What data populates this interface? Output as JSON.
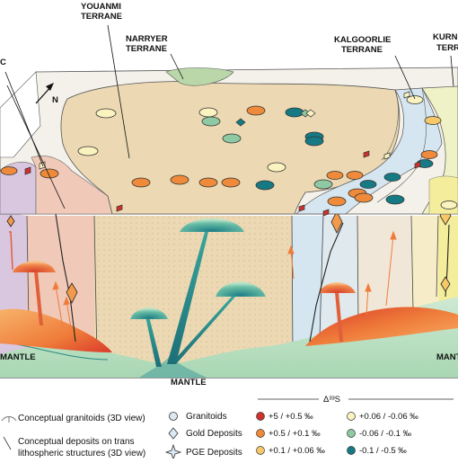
{
  "labels": {
    "youanmi": [
      "YOUANMI",
      "TERRANE"
    ],
    "narryer": [
      "NARRYER",
      "TERRANE"
    ],
    "kalgoorlie": [
      "KALGOORLIE",
      "TERRANE"
    ],
    "kurnalpi": [
      "KURN",
      "TERR"
    ],
    "partial_c": "C",
    "north": "N",
    "mantle_left": "MANTLE",
    "mantle_center": "MANTLE",
    "mantle_right": "MANTLE"
  },
  "legend": {
    "conceptual_granitoids": "Conceptual granitoids (3D view)",
    "conceptual_deposits": [
      "Conceptual deposits on trans",
      "lithospheric structures (3D view)"
    ],
    "symbols": [
      {
        "shape": "circle",
        "label": "Granitoids"
      },
      {
        "shape": "diamond",
        "label": "Gold Deposits"
      },
      {
        "shape": "star",
        "label": "PGE Deposits"
      }
    ],
    "delta_title": "Δ³³S",
    "ranges": [
      {
        "label": "+5 / +0.5 ‰",
        "color": "#d0312d"
      },
      {
        "label": "+0.5 / +0.1 ‰",
        "color": "#ef8a3a"
      },
      {
        "label": "+0.1 / +0.06 ‰",
        "color": "#f7c86a"
      },
      {
        "label": "+0.06 / -0.06 ‰",
        "color": "#faf3c0"
      },
      {
        "label": "-0.06 / -0.1 ‰",
        "color": "#8fc9a4"
      },
      {
        "label": "-0.1 / -0.5 ‰",
        "color": "#157a84"
      }
    ]
  },
  "colors": {
    "youanmi": "#ecd9b3",
    "narryer": "#b9d7a8",
    "kalgoorlie": "#d5e6f0",
    "kurnalpi": "#f4ee9c",
    "purple": "#d9c7e0",
    "pink": "#f0c9b8",
    "mantle_green": "#bfe3c6",
    "mantle_orange": "#f28a3c"
  }
}
